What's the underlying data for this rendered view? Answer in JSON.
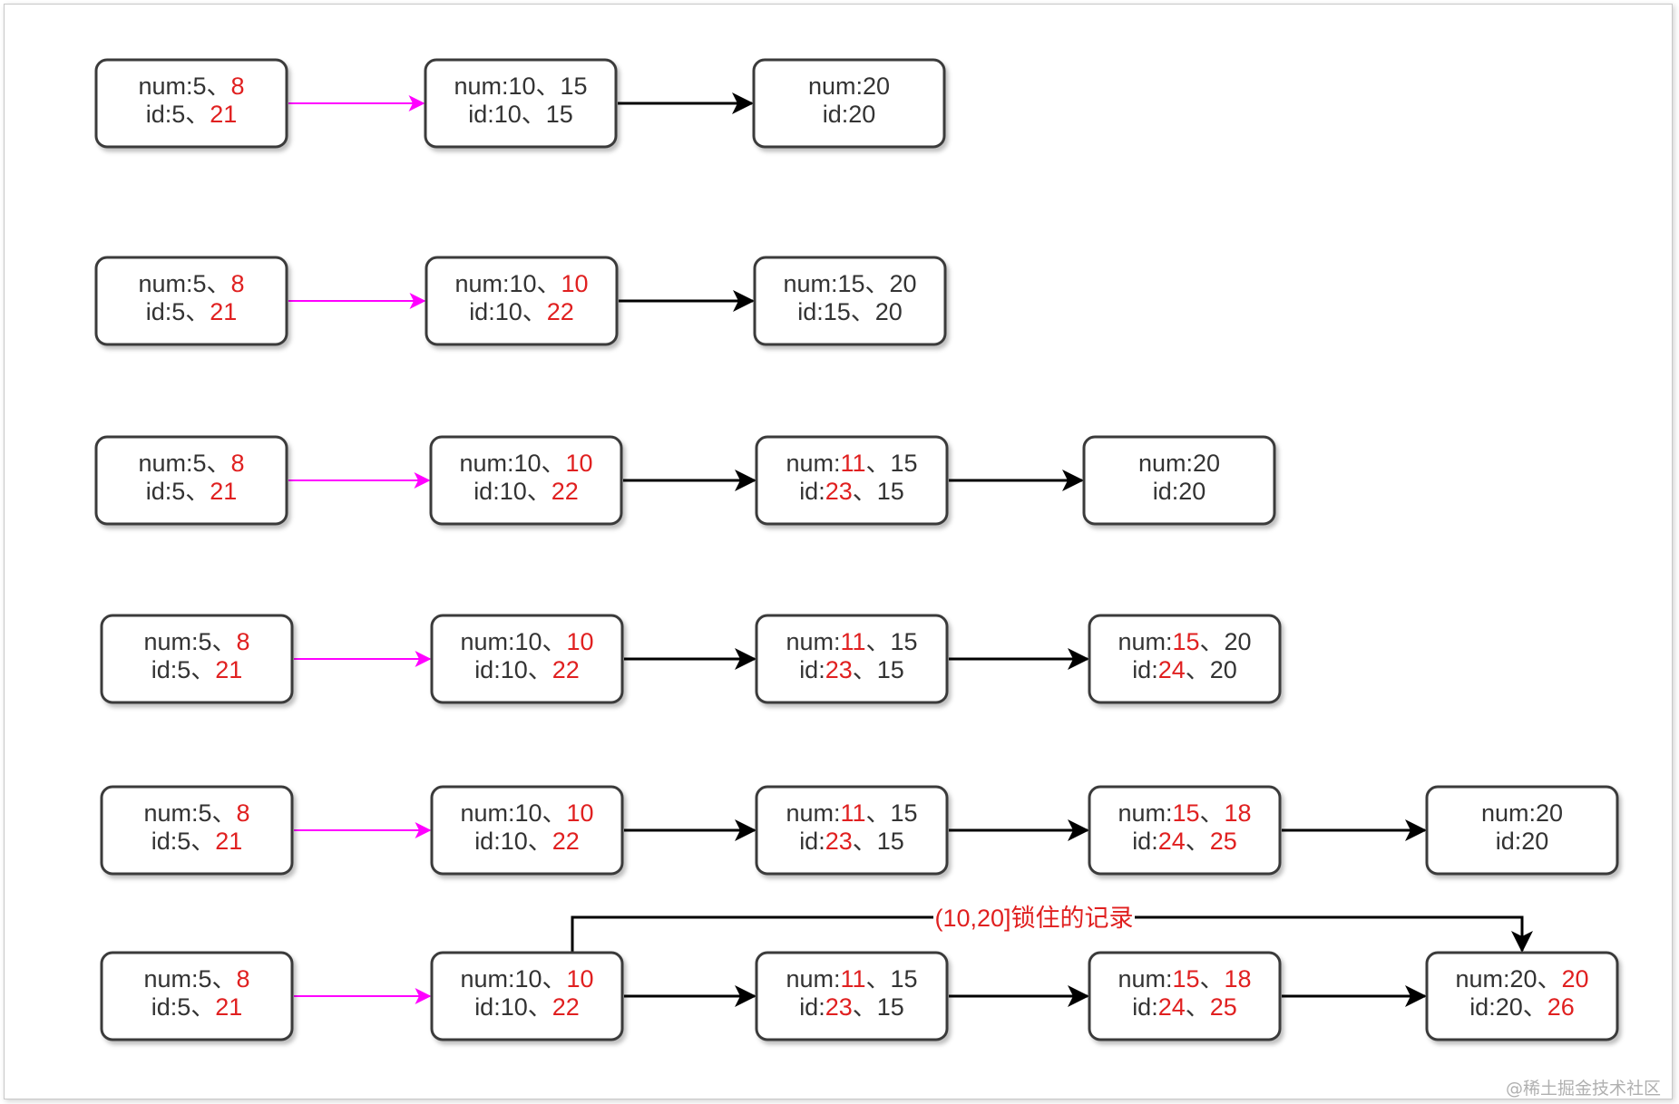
{
  "colors": {
    "highlight": "#e02020",
    "text": "#333333",
    "magenta_arrow": "#ff00ff",
    "black_arrow": "#000000"
  },
  "rows": [
    [
      [
        [
          {
            "t": "num:5、"
          },
          {
            "t": "8",
            "h": true
          }
        ],
        [
          {
            "t": "id:5、"
          },
          {
            "t": "21",
            "h": true
          }
        ]
      ],
      [
        [
          {
            "t": "num:10、15"
          }
        ],
        [
          {
            "t": "id:10、15"
          }
        ]
      ],
      [
        [
          {
            "t": "num:20"
          }
        ],
        [
          {
            "t": "id:20"
          }
        ]
      ]
    ],
    [
      [
        [
          {
            "t": "num:5、"
          },
          {
            "t": "8",
            "h": true
          }
        ],
        [
          {
            "t": "id:5、"
          },
          {
            "t": "21",
            "h": true
          }
        ]
      ],
      [
        [
          {
            "t": "num:10、"
          },
          {
            "t": "10",
            "h": true
          }
        ],
        [
          {
            "t": "id:10、"
          },
          {
            "t": "22",
            "h": true
          }
        ]
      ],
      [
        [
          {
            "t": "num:15、20"
          }
        ],
        [
          {
            "t": "id:15、20"
          }
        ]
      ]
    ],
    [
      [
        [
          {
            "t": "num:5、"
          },
          {
            "t": "8",
            "h": true
          }
        ],
        [
          {
            "t": "id:5、"
          },
          {
            "t": "21",
            "h": true
          }
        ]
      ],
      [
        [
          {
            "t": "num:10、"
          },
          {
            "t": "10",
            "h": true
          }
        ],
        [
          {
            "t": "id:10、"
          },
          {
            "t": "22",
            "h": true
          }
        ]
      ],
      [
        [
          {
            "t": "num:"
          },
          {
            "t": "11",
            "h": true
          },
          {
            "t": "、15"
          }
        ],
        [
          {
            "t": "id:"
          },
          {
            "t": "23",
            "h": true
          },
          {
            "t": "、15"
          }
        ]
      ],
      [
        [
          {
            "t": "num:20"
          }
        ],
        [
          {
            "t": "id:20"
          }
        ]
      ]
    ],
    [
      [
        [
          {
            "t": "num:5、"
          },
          {
            "t": "8",
            "h": true
          }
        ],
        [
          {
            "t": "id:5、"
          },
          {
            "t": "21",
            "h": true
          }
        ]
      ],
      [
        [
          {
            "t": "num:10、"
          },
          {
            "t": "10",
            "h": true
          }
        ],
        [
          {
            "t": "id:10、"
          },
          {
            "t": "22",
            "h": true
          }
        ]
      ],
      [
        [
          {
            "t": "num:"
          },
          {
            "t": "11",
            "h": true
          },
          {
            "t": "、15"
          }
        ],
        [
          {
            "t": "id:"
          },
          {
            "t": "23",
            "h": true
          },
          {
            "t": "、15"
          }
        ]
      ],
      [
        [
          {
            "t": "num:"
          },
          {
            "t": "15",
            "h": true
          },
          {
            "t": "、20"
          }
        ],
        [
          {
            "t": "id:"
          },
          {
            "t": "24",
            "h": true
          },
          {
            "t": "、20"
          }
        ]
      ]
    ],
    [
      [
        [
          {
            "t": "num:5、"
          },
          {
            "t": "8",
            "h": true
          }
        ],
        [
          {
            "t": "id:5、"
          },
          {
            "t": "21",
            "h": true
          }
        ]
      ],
      [
        [
          {
            "t": "num:10、"
          },
          {
            "t": "10",
            "h": true
          }
        ],
        [
          {
            "t": "id:10、"
          },
          {
            "t": "22",
            "h": true
          }
        ]
      ],
      [
        [
          {
            "t": "num:"
          },
          {
            "t": "11",
            "h": true
          },
          {
            "t": "、15"
          }
        ],
        [
          {
            "t": "id:"
          },
          {
            "t": "23",
            "h": true
          },
          {
            "t": "、15"
          }
        ]
      ],
      [
        [
          {
            "t": "num:"
          },
          {
            "t": "15",
            "h": true
          },
          {
            "t": "、"
          },
          {
            "t": "18",
            "h": true
          }
        ],
        [
          {
            "t": "id:"
          },
          {
            "t": "24",
            "h": true
          },
          {
            "t": "、"
          },
          {
            "t": "25",
            "h": true
          }
        ]
      ],
      [
        [
          {
            "t": "num:20"
          }
        ],
        [
          {
            "t": "id:20"
          }
        ]
      ]
    ],
    [
      [
        [
          {
            "t": "num:5、"
          },
          {
            "t": "8",
            "h": true
          }
        ],
        [
          {
            "t": "id:5、"
          },
          {
            "t": "21",
            "h": true
          }
        ]
      ],
      [
        [
          {
            "t": "num:10、"
          },
          {
            "t": "10",
            "h": true
          }
        ],
        [
          {
            "t": "id:10、"
          },
          {
            "t": "22",
            "h": true
          }
        ]
      ],
      [
        [
          {
            "t": "num:"
          },
          {
            "t": "11",
            "h": true
          },
          {
            "t": "、15"
          }
        ],
        [
          {
            "t": "id:"
          },
          {
            "t": "23",
            "h": true
          },
          {
            "t": "、15"
          }
        ]
      ],
      [
        [
          {
            "t": "num:"
          },
          {
            "t": "15",
            "h": true
          },
          {
            "t": "、"
          },
          {
            "t": "18",
            "h": true
          }
        ],
        [
          {
            "t": "id:"
          },
          {
            "t": "24",
            "h": true
          },
          {
            "t": "、"
          },
          {
            "t": "25",
            "h": true
          }
        ]
      ],
      [
        [
          {
            "t": "num:20、"
          },
          {
            "t": "20",
            "h": true
          }
        ],
        [
          {
            "t": "id:20、"
          },
          {
            "t": "26",
            "h": true
          }
        ]
      ]
    ]
  ],
  "lock_label": "(10,20]锁住的记录",
  "watermark": "@稀土掘金技术社区"
}
